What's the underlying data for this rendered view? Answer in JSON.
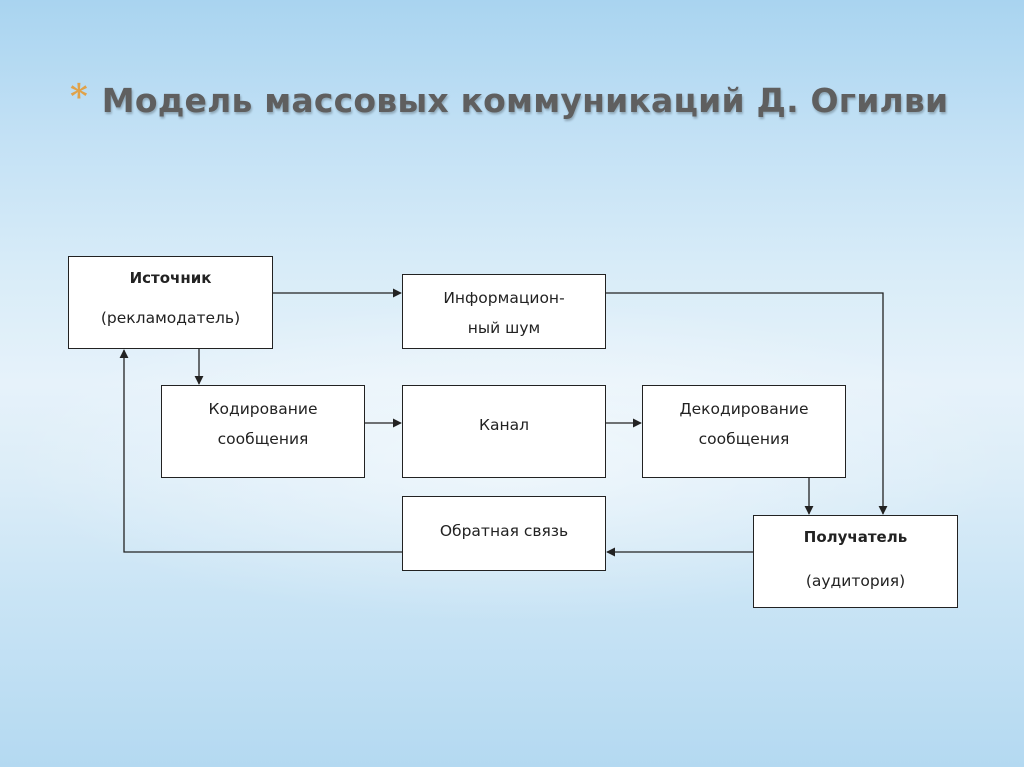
{
  "slide": {
    "bullet": "*",
    "title": "Модель массовых коммуникаций Д. Огилви"
  },
  "nodes": {
    "source": {
      "title": "Источник",
      "subtitle": "(рекламодатель)"
    },
    "noise": {
      "line1": "Информацион-",
      "line2": "ный шум"
    },
    "encoding": {
      "line1": "Кодирование",
      "line2": "сообщения"
    },
    "channel": {
      "label": "Канал"
    },
    "decoding": {
      "line1": "Декодирование",
      "line2": "сообщения"
    },
    "feedback": {
      "label": "Обратная связь"
    },
    "receiver": {
      "title": "Получатель",
      "subtitle": "(аудитория)"
    }
  }
}
